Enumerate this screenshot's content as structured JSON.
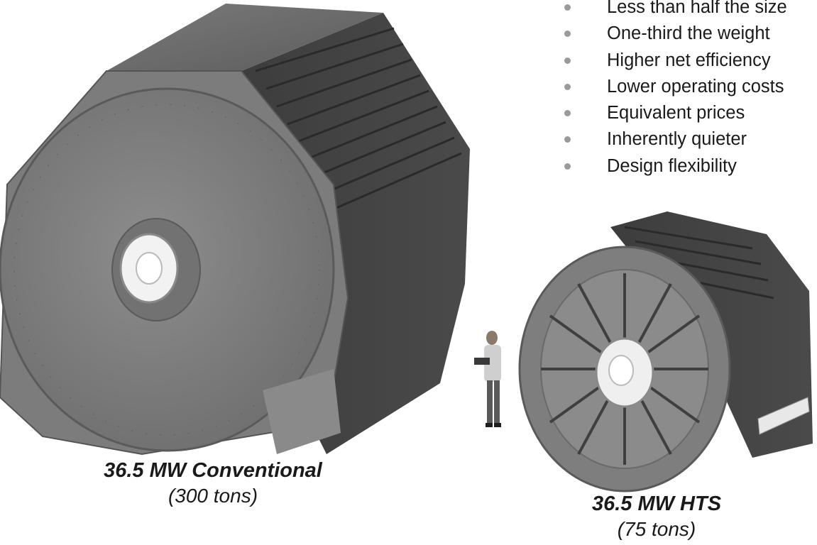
{
  "benefits": [
    "Less than half the size",
    "One-third the weight",
    "Higher net efficiency",
    "Lower operating costs",
    "Equivalent prices",
    "Inherently quieter",
    "Design flexibility"
  ],
  "conventional": {
    "title": "36.5 MW Conventional",
    "subtitle": "(300 tons)"
  },
  "hts": {
    "title": "36.5 MW HTS",
    "subtitle": "(75 tons)"
  }
}
